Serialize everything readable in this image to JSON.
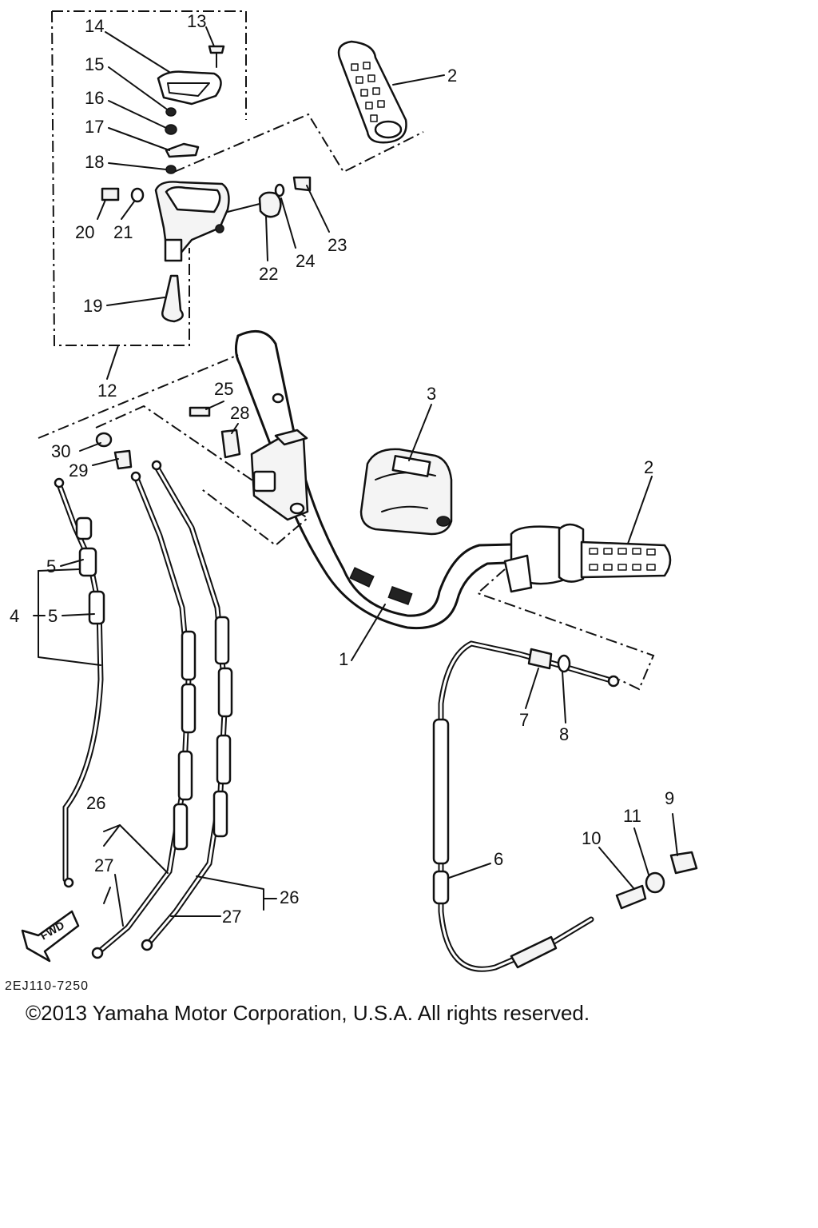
{
  "diagram": {
    "drawing_code": "2EJ110-7250",
    "fwd_label": "FWD",
    "callouts": {
      "c1": "1",
      "c2a": "2",
      "c2b": "2",
      "c3": "3",
      "c4": "4",
      "c5a": "5",
      "c5b": "5",
      "c6": "6",
      "c7": "7",
      "c8": "8",
      "c9": "9",
      "c10": "10",
      "c11": "11",
      "c12": "12",
      "c13": "13",
      "c14": "14",
      "c15": "15",
      "c16": "16",
      "c17": "17",
      "c18": "18",
      "c19": "19",
      "c20": "20",
      "c21": "21",
      "c22": "22",
      "c23": "23",
      "c24": "24",
      "c25": "25",
      "c26a": "26",
      "c26b": "26",
      "c27a": "27",
      "c27b": "27",
      "c28": "28",
      "c29": "29",
      "c30": "30"
    }
  },
  "footer": {
    "copyright": "©2013 Yamaha Motor Corporation, U.S.A. All rights reserved."
  }
}
